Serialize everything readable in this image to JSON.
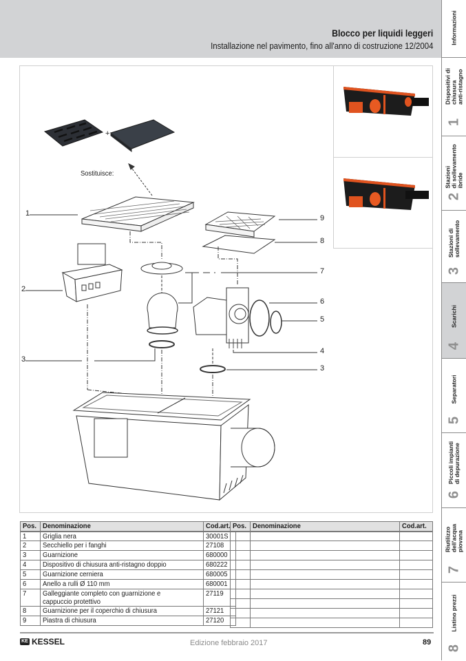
{
  "header": {
    "title": "Blocco per liquidi leggeri",
    "subtitle": "Installazione nel pavimento, fino all'anno di costruzione 12/2004"
  },
  "sidebar": {
    "tabs": [
      {
        "number": "",
        "label": "Informazioni",
        "active": false
      },
      {
        "number": "1",
        "label": "Dispositivi di\nchiusura\nanti-ristagno",
        "active": false
      },
      {
        "number": "2",
        "label": "Stazioni\ndi sollevamento\nibride",
        "active": false
      },
      {
        "number": "3",
        "label": "Stazioni di\nsollevamento",
        "active": false
      },
      {
        "number": "4",
        "label": "Scarichi",
        "active": true
      },
      {
        "number": "5",
        "label": "Separatori",
        "active": false
      },
      {
        "number": "6",
        "label": "Piccoli impianti\ndi depurazione",
        "active": false
      },
      {
        "number": "7",
        "label": "Riutilizzo\ndell'acqua\npiovana",
        "active": false
      },
      {
        "number": "8",
        "label": "Listino prezzi",
        "active": false
      }
    ]
  },
  "figure": {
    "replaces_label": "Sostituisce:",
    "plus": "+",
    "callouts": [
      "1",
      "2",
      "3",
      "9",
      "8",
      "7",
      "6",
      "5",
      "4",
      "3"
    ]
  },
  "parts_table": {
    "headers": [
      "Pos.",
      "Denominazione",
      "Cod.art."
    ],
    "rows": [
      {
        "pos": "1",
        "name": "Griglia nera",
        "code": "30001S"
      },
      {
        "pos": "2",
        "name": "Secchiello per i fanghi",
        "code": "27108"
      },
      {
        "pos": "3",
        "name": "Guarnizione",
        "code": "680000"
      },
      {
        "pos": "4",
        "name": "Dispositivo di chiusura anti-ristagno doppio",
        "code": "680222"
      },
      {
        "pos": "5",
        "name": "Guarnizione cerniera",
        "code": "680005"
      },
      {
        "pos": "6",
        "name": "Anello a rulli Ø 110 mm",
        "code": "680001"
      },
      {
        "pos": "7",
        "name": "Galleggiante completo con guarnizione e cappuccio protettivo",
        "code": "27119"
      },
      {
        "pos": "8",
        "name": "Guarnizione per il coperchio di chiusura",
        "code": "27121"
      },
      {
        "pos": "9",
        "name": "Piastra di chiusura",
        "code": "27120"
      }
    ]
  },
  "empty_table": {
    "headers": [
      "Pos.",
      "Denominazione",
      "Cod.art."
    ],
    "row_count": 10
  },
  "footer": {
    "brand": "KESSEL",
    "brand_mark": "KE",
    "edition": "Edizione febbraio 2017",
    "page": "89"
  }
}
